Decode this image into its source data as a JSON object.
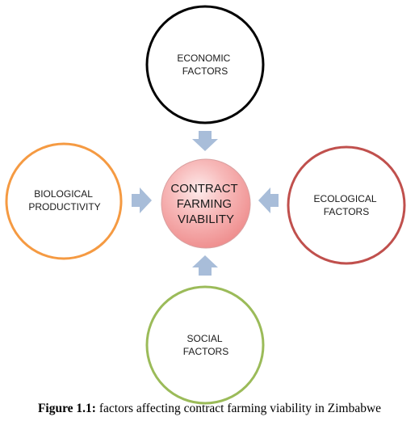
{
  "diagram": {
    "center": {
      "lines": [
        "CONTRACT",
        "FARMING",
        "VIABILITY"
      ]
    },
    "nodes": {
      "top": {
        "lines": [
          "ECONOMIC",
          "FACTORS"
        ],
        "color": "#000000"
      },
      "left": {
        "lines": [
          "BIOLOGICAL",
          "PRODUCTIVITY"
        ],
        "color": "#f59a42"
      },
      "right": {
        "lines": [
          "ECOLOGICAL",
          "FACTORS"
        ],
        "color": "#c0504d"
      },
      "bottom": {
        "lines": [
          "SOCIAL",
          "FACTORS"
        ],
        "color": "#9bbb59"
      }
    },
    "arrow_color": "#a8bdd9",
    "center_fill": "#f28b8b"
  },
  "caption": {
    "label": "Figure 1.1:",
    "text": " factors affecting contract farming viability in Zimbabwe"
  }
}
